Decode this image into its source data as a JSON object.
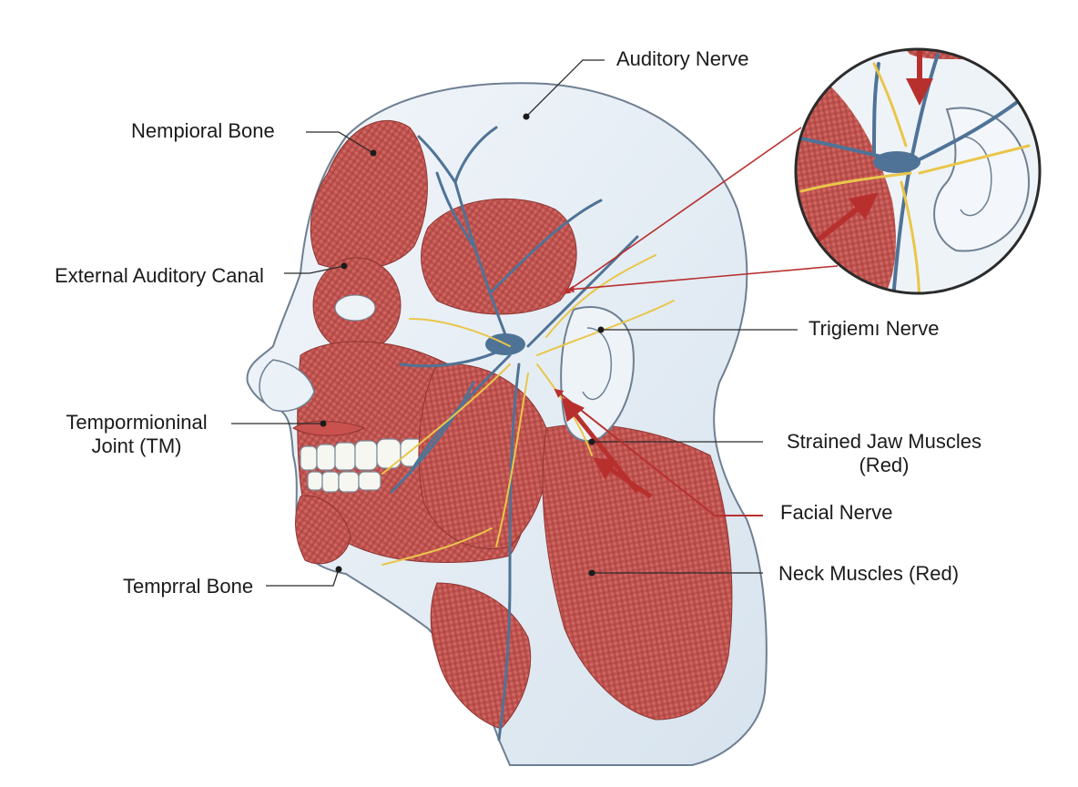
{
  "labels": {
    "temporal_bone_top": "Nempioral Bone",
    "auditory_nerve": "Auditory Nerve",
    "external_canal": "External Auditory Canal",
    "trigeminal_nerve": "Trigiemı Nerve",
    "tmj_line1": "Tempormioninal",
    "tmj_line2": "Joint (TM)",
    "strained_line1": "Strained Jaw Muscles",
    "strained_line2": "(Red)",
    "facial_nerve": "Facial Nerve",
    "neck_muscles": "Neck Muscles (Red)",
    "temporal_bone_bottom": "Temprral Bone"
  },
  "colors": {
    "skin": "#e6eef5",
    "outline": "#6e7f92",
    "muscle": "#c9524f",
    "muscle_dark": "#a8413e",
    "nerve_blue": "#4f7396",
    "nerve_yellow": "#e9c64a",
    "arrow_red": "#b8302e",
    "teeth": "#f7f7f2"
  }
}
